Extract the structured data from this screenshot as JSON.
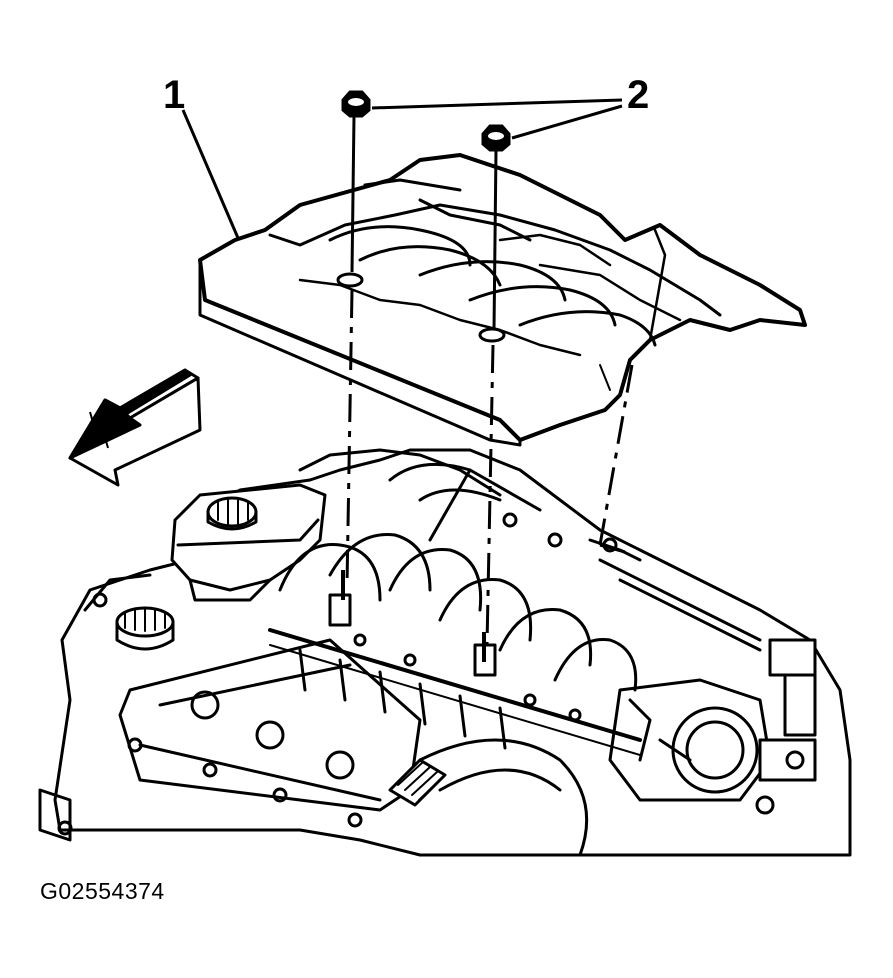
{
  "callouts": {
    "cover": "1",
    "nuts": "2"
  },
  "figure_id": "G02554374",
  "colors": {
    "ink": "#000000",
    "paper": "#ffffff"
  },
  "icons": {
    "direction": "front-direction-arrow-icon",
    "fastener": "nut-icon"
  }
}
